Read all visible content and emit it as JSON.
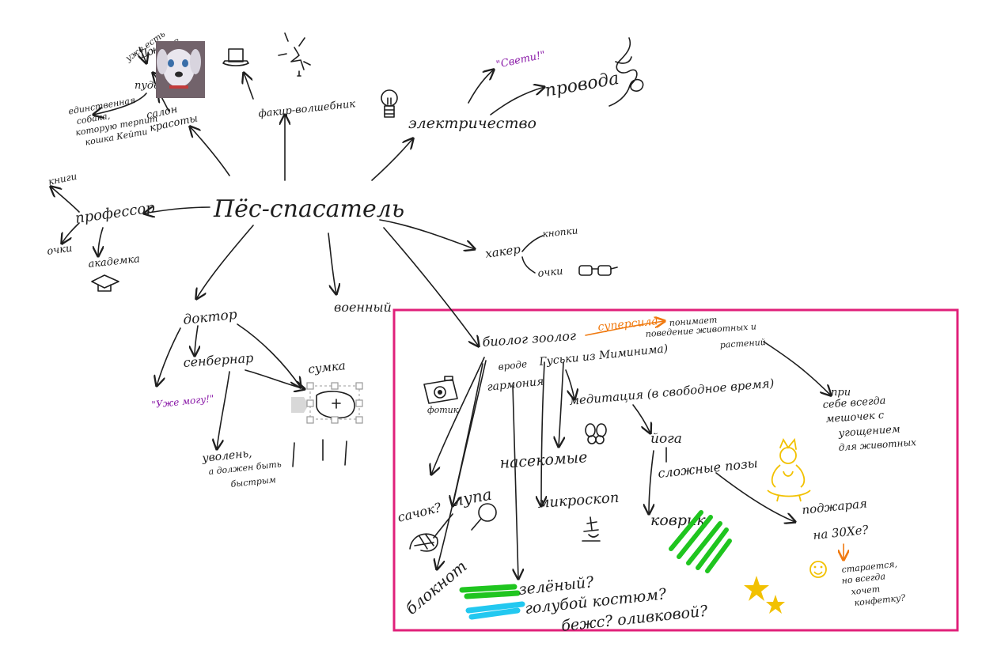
{
  "colors": {
    "ink": "#1e1e1e",
    "frame": "#e0207a",
    "purple": "#8a1aa8",
    "orange": "#f07a10",
    "green": "#1fc51f",
    "cyan": "#22c8f0",
    "yellow": "#f2c100",
    "handle": "#9a9a9a"
  },
  "center": {
    "text": "Пёс-спасатель"
  },
  "nodes": {
    "poodle": "пудель",
    "already": "уже есть",
    "jones": "Джонс",
    "salon1": "салон",
    "salon2": "красоты",
    "single1": "единственная",
    "single2": "собака,",
    "single3": "которую терпит",
    "single4": "кошка Кейти",
    "fakir": "факир-волшебник",
    "electric": "электричество",
    "light": "\"Свети!\"",
    "wires": "провода",
    "books": "книги",
    "professor": "профессор",
    "glasses": "очки",
    "academic": "академка",
    "hacker": "хакер",
    "buttons": "кнопки",
    "glasses2": "очки",
    "military": "военный",
    "doctor": "доктор",
    "stbernard": "сенбернар",
    "bag": "сумка",
    "cantmore": "\"Уже могу!\"",
    "fired1": "уволень,",
    "fired2": "а должен быть",
    "fired3": "быстрым"
  },
  "frame": {
    "bio": "биолог зоолог",
    "superpower": "суперсила",
    "understands1": "понимает",
    "understands2": "поведение животных и",
    "understands3": "растений",
    "like": "вроде",
    "harmony": "гармония",
    "ducks": "Гуськи из Миминима)",
    "meditation": "медитация (в свободное время)",
    "camera": "фотик",
    "yoga": "йога",
    "insects": "насекомые",
    "poses": "сложные позы",
    "net": "сачок?",
    "magnifier": "лупа",
    "microscope": "микроскоп",
    "rug": "коврик",
    "hot": "поджарая",
    "hot2": "на 30Хе?",
    "notebook": "блокнот",
    "greenq": "зелёный?",
    "bluesuit": "голубой костюм?",
    "beige": "бежс? оливковой?",
    "always1": "при",
    "always2": "себе всегда",
    "always3": "мешочек с",
    "always4": "угощением",
    "always5": "для животных",
    "tries1": "старается,",
    "tries2": "но всегда",
    "tries3": "хочет",
    "tries4": "конфетку?"
  },
  "icons": [
    "dog-photo-icon",
    "top-hat-icon",
    "sparkle-icon",
    "light-bulb-icon",
    "wire-coil-icon",
    "glasses-icon",
    "graduation-cap-icon",
    "medical-bag-icon",
    "camera-icon",
    "butterfly-icon",
    "magnifier-icon",
    "butterfly-net-icon",
    "microscope-icon",
    "yoga-figure-icon",
    "smiley-icon",
    "star-icon"
  ]
}
